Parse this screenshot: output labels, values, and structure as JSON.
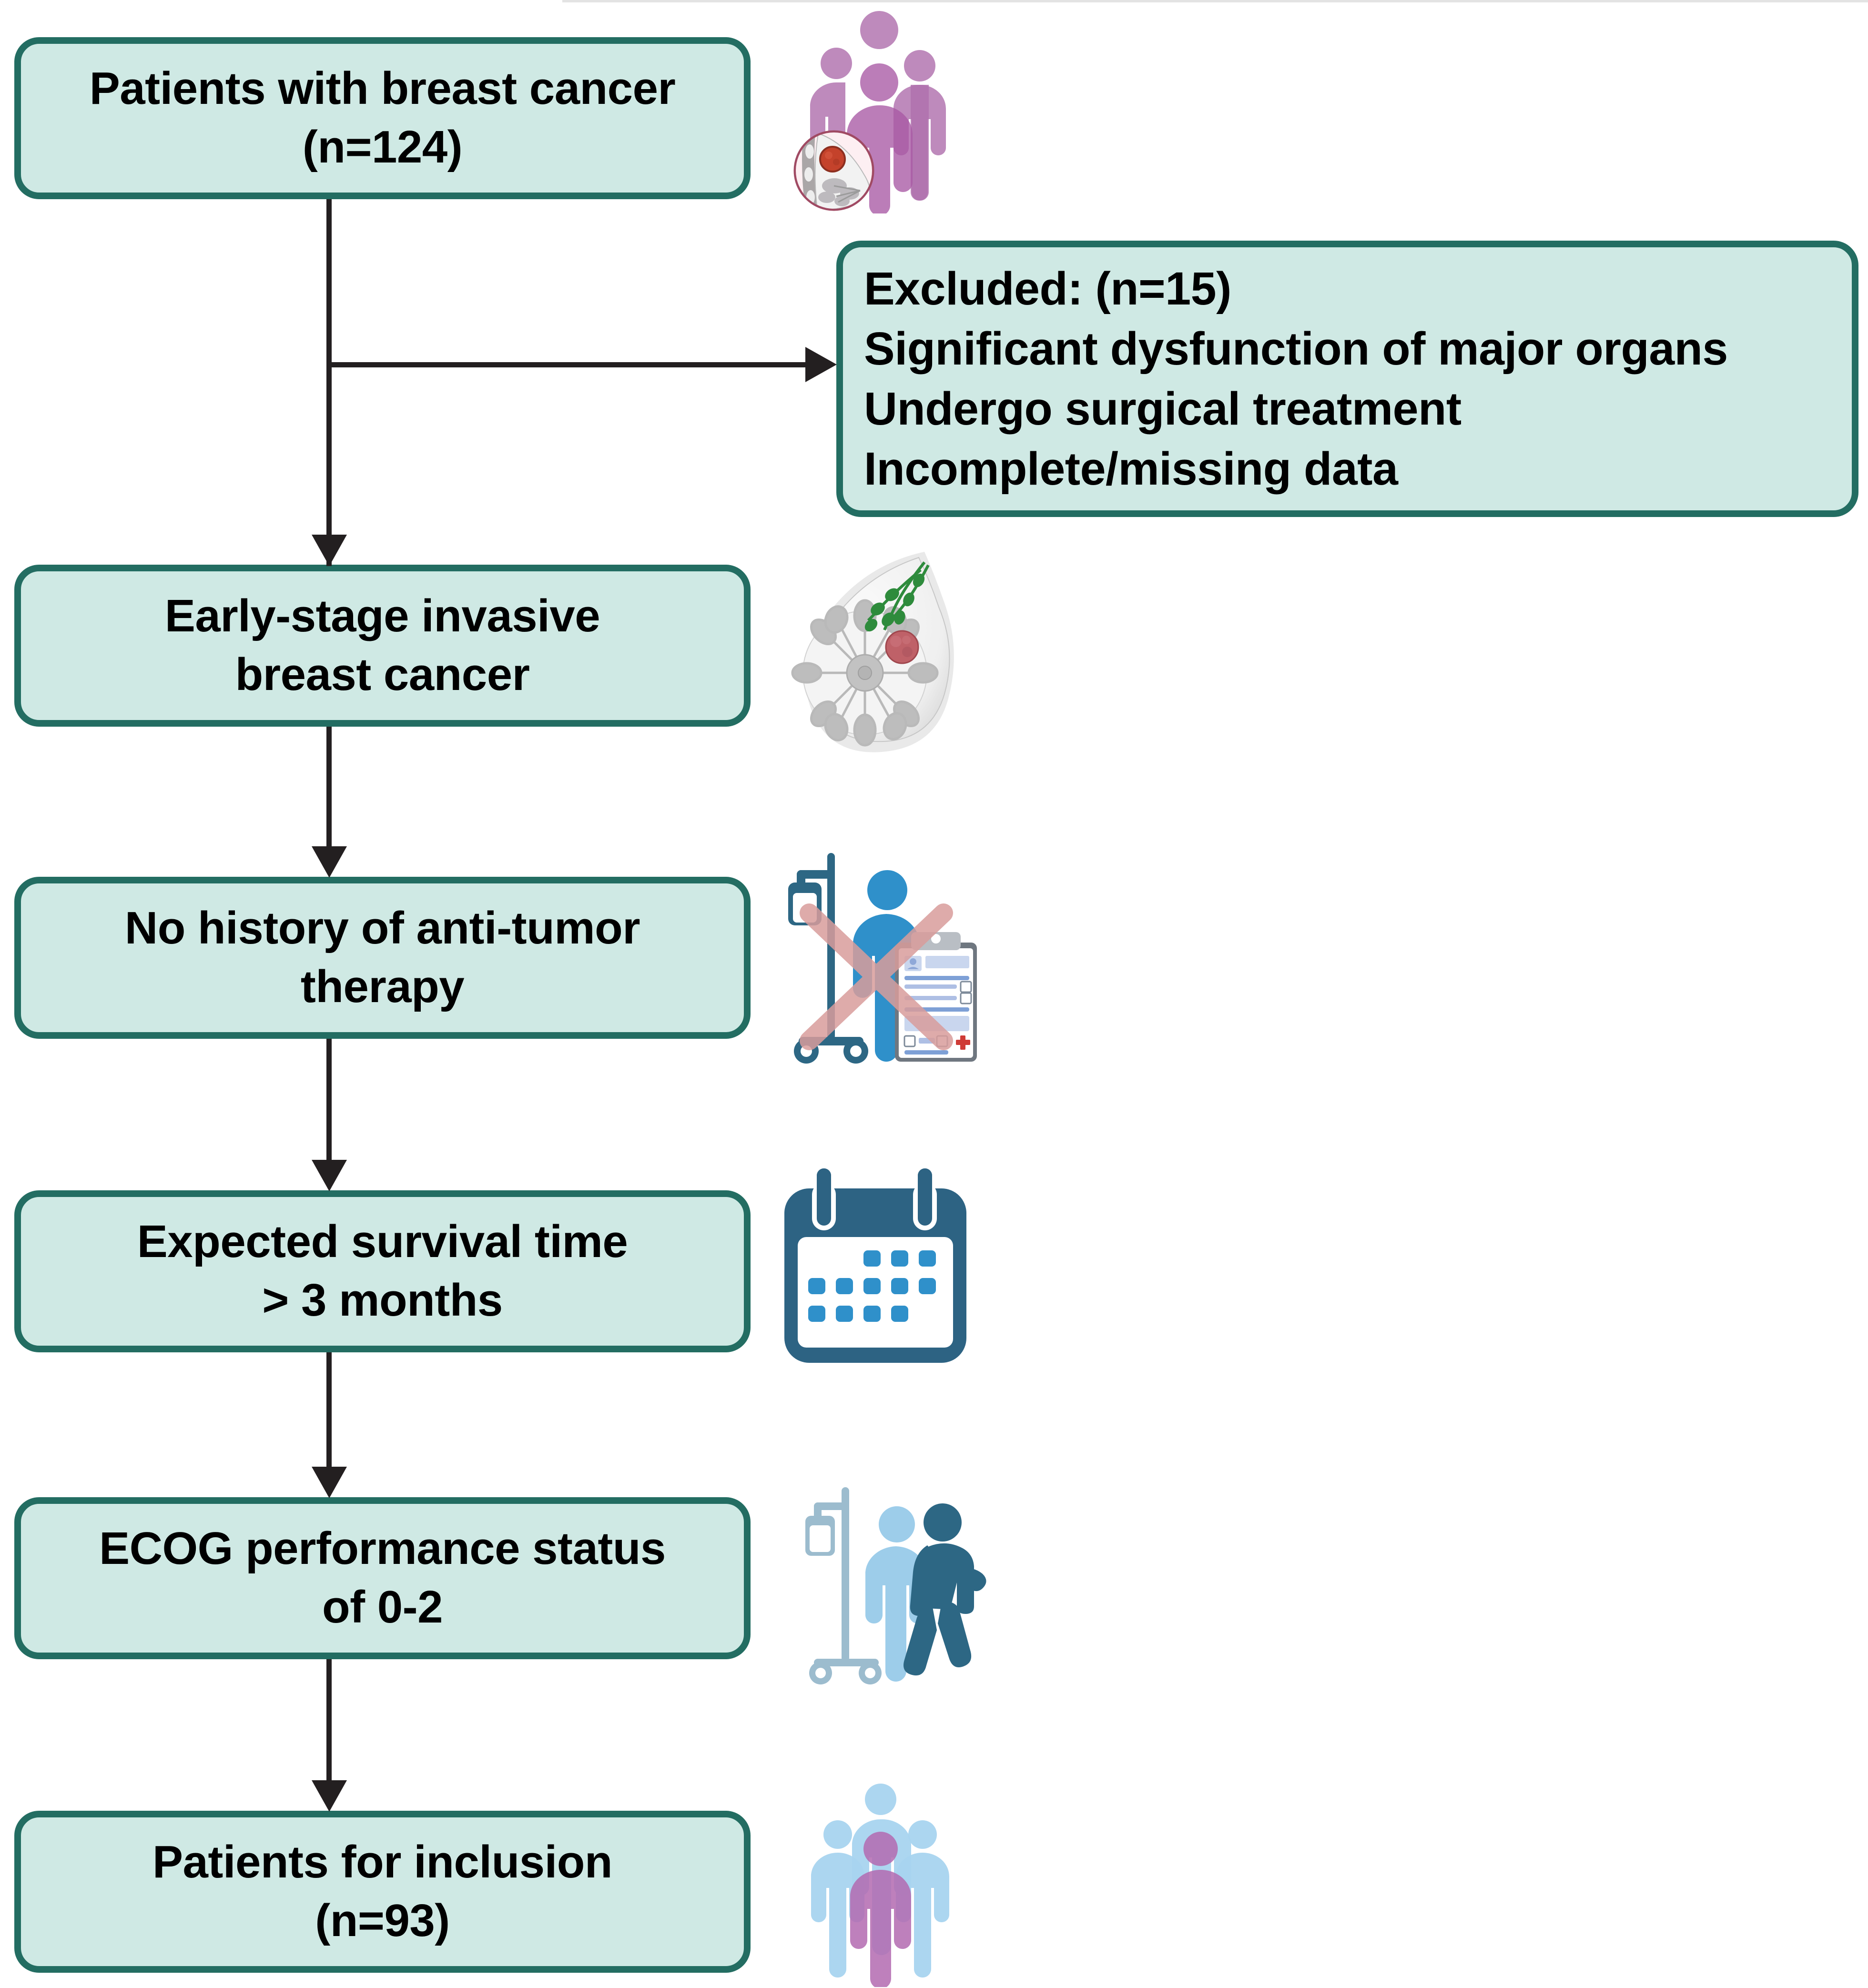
{
  "diagram": {
    "title": "Breast cancer study patient selection flowchart",
    "colors": {
      "box_fill": "#cfe9e4",
      "box_border": "#236d62",
      "connector": "#231f20",
      "text": "#000000",
      "people_purple": "#b070ad",
      "people_blue": "#a8d4ef",
      "calendar_frame": "#2d6383",
      "calendar_day": "#2f90ca",
      "iv_pole_grey": "#9cbcce",
      "person_dark_blue": "#2d6784",
      "cross_red": "#d99d9c",
      "tumor_red": "#c4504f"
    },
    "nodes": [
      {
        "id": "patients-with-breast-cancer",
        "lines": [
          "Patients with breast cancer",
          "(n=124)"
        ],
        "icon": "people-group-breast-cancer-icon"
      },
      {
        "id": "excluded",
        "lines": [
          "Excluded: (n=15)",
          "Significant dysfunction of major organs",
          "Undergo surgical treatment",
          "Incomplete/missing data"
        ],
        "icon": null
      },
      {
        "id": "early-stage-invasive-breast-cancer",
        "lines": [
          "Early-stage invasive",
          "breast cancer"
        ],
        "icon": "breast-anatomy-tumor-icon"
      },
      {
        "id": "no-history-of-anti-tumor-therapy",
        "lines": [
          "No history of anti-tumor",
          "therapy"
        ],
        "icon": "no-prior-therapy-icon"
      },
      {
        "id": "expected-survival-time",
        "lines": [
          "Expected survival time",
          "> 3 months"
        ],
        "icon": "calendar-icon"
      },
      {
        "id": "ecog-performance-status",
        "lines": [
          "ECOG performance status",
          "of 0-2"
        ],
        "icon": "patient-walking-iv-icon"
      },
      {
        "id": "patients-for-inclusion",
        "lines": [
          "Patients for inclusion",
          "(n=93)"
        ],
        "icon": "included-people-group-icon"
      }
    ],
    "edges": [
      {
        "from": "patients-with-breast-cancer",
        "to": "excluded",
        "direction": "right"
      },
      {
        "from": "patients-with-breast-cancer",
        "to": "early-stage-invasive-breast-cancer",
        "direction": "down"
      },
      {
        "from": "early-stage-invasive-breast-cancer",
        "to": "no-history-of-anti-tumor-therapy",
        "direction": "down"
      },
      {
        "from": "no-history-of-anti-tumor-therapy",
        "to": "expected-survival-time",
        "direction": "down"
      },
      {
        "from": "expected-survival-time",
        "to": "ecog-performance-status",
        "direction": "down"
      },
      {
        "from": "ecog-performance-status",
        "to": "patients-for-inclusion",
        "direction": "down"
      }
    ],
    "calendar": {
      "rows": [
        [
          0,
          0,
          1,
          1,
          1
        ],
        [
          1,
          1,
          1,
          1,
          1
        ],
        [
          1,
          1,
          1,
          1,
          0
        ]
      ]
    }
  }
}
